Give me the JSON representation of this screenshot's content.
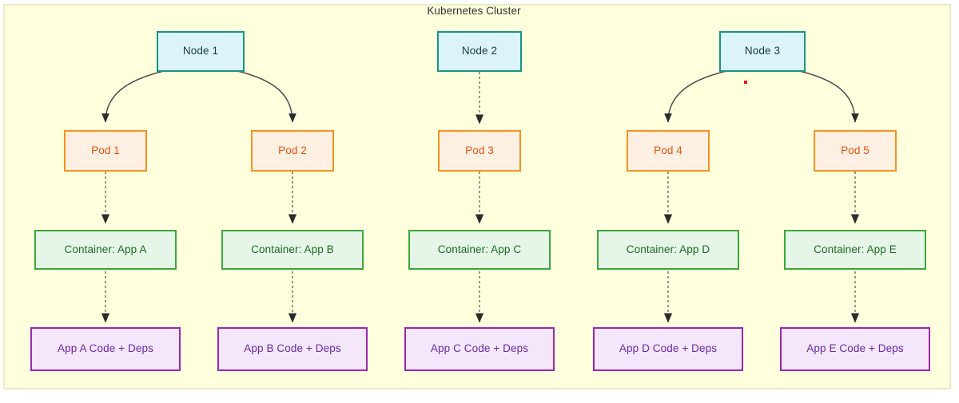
{
  "diagram": {
    "title": "Kubernetes Cluster",
    "colors": {
      "cluster_fill": "#ffffde",
      "cluster_border": "#ebebc4",
      "node_fill": "#dbf4fb",
      "node_border": "#1a9482",
      "pod_fill": "#fdf0e2",
      "pod_border": "#f7921e",
      "pod_text": "#e8530f",
      "container_fill": "#e5f5e7",
      "container_border": "#3aa83a",
      "container_text": "#1d6b24",
      "code_fill": "#f4e6fb",
      "code_border": "#9c27b0",
      "code_text": "#6a2aa8",
      "edge": "#4d4d4d",
      "marker_dot": "#e81123"
    },
    "nodes": [
      {
        "id": "node1",
        "label": "Node 1"
      },
      {
        "id": "node2",
        "label": "Node 2"
      },
      {
        "id": "node3",
        "label": "Node 3"
      }
    ],
    "pods": [
      {
        "id": "pod1",
        "label": "Pod 1"
      },
      {
        "id": "pod2",
        "label": "Pod 2"
      },
      {
        "id": "pod3",
        "label": "Pod 3"
      },
      {
        "id": "pod4",
        "label": "Pod 4"
      },
      {
        "id": "pod5",
        "label": "Pod 5"
      }
    ],
    "containers": [
      {
        "id": "container1",
        "label": "Container: App A"
      },
      {
        "id": "container2",
        "label": "Container: App B"
      },
      {
        "id": "container3",
        "label": "Container: App C"
      },
      {
        "id": "container4",
        "label": "Container: App D"
      },
      {
        "id": "container5",
        "label": "Container: App E"
      }
    ],
    "code_artifacts": [
      {
        "id": "code1",
        "label": "App A Code + Deps"
      },
      {
        "id": "code2",
        "label": "App B Code + Deps"
      },
      {
        "id": "code3",
        "label": "App C Code + Deps"
      },
      {
        "id": "code4",
        "label": "App D Code + Deps"
      },
      {
        "id": "code5",
        "label": "App E Code + Deps"
      }
    ],
    "edges": [
      {
        "from": "node1",
        "to": "pod1",
        "style": "solid-curved"
      },
      {
        "from": "node1",
        "to": "pod2",
        "style": "solid-curved"
      },
      {
        "from": "node2",
        "to": "pod3",
        "style": "dotted-straight"
      },
      {
        "from": "node3",
        "to": "pod4",
        "style": "solid-curved"
      },
      {
        "from": "node3",
        "to": "pod5",
        "style": "solid-curved"
      },
      {
        "from": "pod1",
        "to": "container1",
        "style": "dotted-straight"
      },
      {
        "from": "pod2",
        "to": "container2",
        "style": "dotted-straight"
      },
      {
        "from": "pod3",
        "to": "container3",
        "style": "dotted-straight"
      },
      {
        "from": "pod4",
        "to": "container4",
        "style": "dotted-straight"
      },
      {
        "from": "pod5",
        "to": "container5",
        "style": "dotted-straight"
      },
      {
        "from": "container1",
        "to": "code1",
        "style": "dotted-straight"
      },
      {
        "from": "container2",
        "to": "code2",
        "style": "dotted-straight"
      },
      {
        "from": "container3",
        "to": "code3",
        "style": "dotted-straight"
      },
      {
        "from": "container4",
        "to": "code4",
        "style": "dotted-straight"
      },
      {
        "from": "container5",
        "to": "code5",
        "style": "dotted-straight"
      }
    ]
  }
}
